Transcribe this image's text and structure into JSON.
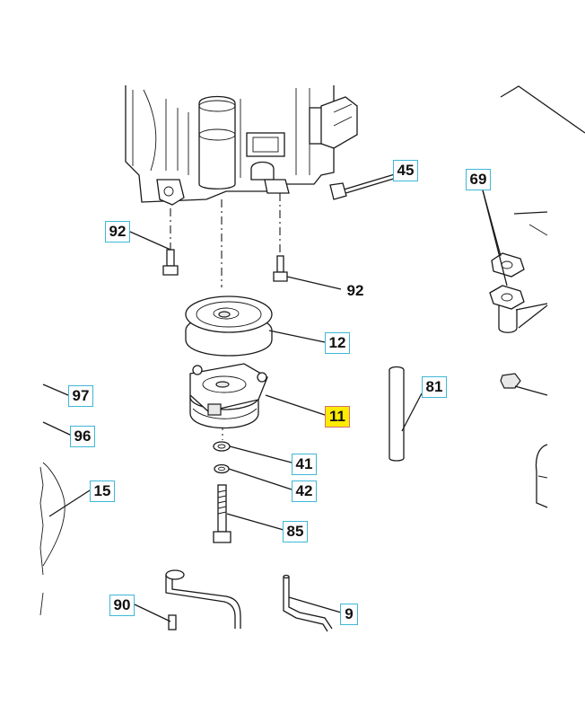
{
  "diagram": {
    "callouts": [
      {
        "id": "c45",
        "text": "45",
        "style": "boxed"
      },
      {
        "id": "c69",
        "text": "69",
        "style": "boxed"
      },
      {
        "id": "c92a",
        "text": "92",
        "style": "boxed"
      },
      {
        "id": "c92b",
        "text": "92",
        "style": "plain"
      },
      {
        "id": "c12",
        "text": "12",
        "style": "boxed"
      },
      {
        "id": "c81",
        "text": "81",
        "style": "boxed"
      },
      {
        "id": "c97",
        "text": "97",
        "style": "boxed"
      },
      {
        "id": "c11",
        "text": "11",
        "style": "highlighted"
      },
      {
        "id": "c96",
        "text": "96",
        "style": "boxed"
      },
      {
        "id": "c41",
        "text": "41",
        "style": "boxed"
      },
      {
        "id": "c42",
        "text": "42",
        "style": "boxed"
      },
      {
        "id": "c15",
        "text": "15",
        "style": "boxed"
      },
      {
        "id": "c85",
        "text": "85",
        "style": "boxed"
      },
      {
        "id": "c90",
        "text": "90",
        "style": "boxed"
      },
      {
        "id": "c9",
        "text": "9",
        "style": "boxed"
      }
    ],
    "colors": {
      "callout_border": "#3fb7d6",
      "highlight_fill": "#ffeb00",
      "highlight_border": "#d07070",
      "line": "#1a1a1a"
    }
  }
}
